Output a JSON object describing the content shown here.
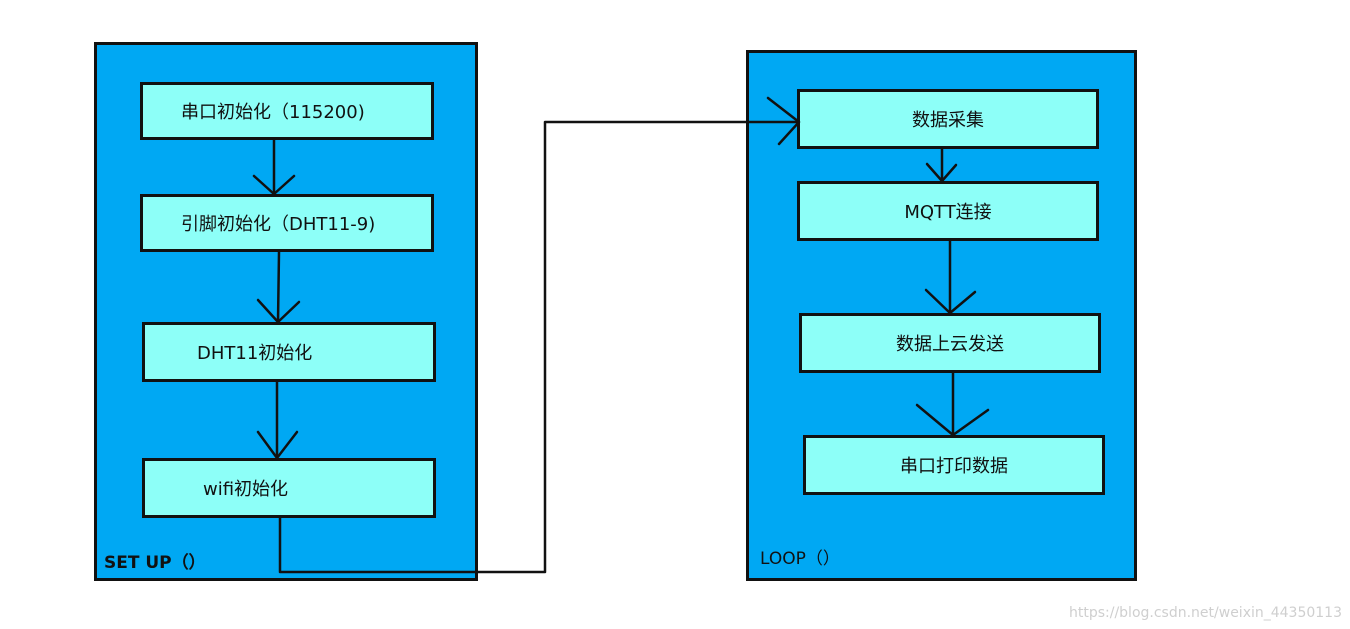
{
  "colors": {
    "panel_fill": "#00A8F3",
    "step_fill": "#8DFFF8",
    "line": "#111111",
    "watermark": "#cfcfcf"
  },
  "setup": {
    "label": "SET UP（）",
    "steps": [
      "串口初始化（115200)",
      "引脚初始化（DHT11-9)",
      "DHT11初始化",
      "wifi初始化"
    ]
  },
  "loop": {
    "label": "LOOP（）",
    "steps": [
      "数据采集",
      "MQTT连接",
      "数据上云发送",
      "串口打印数据"
    ]
  },
  "watermark": "https://blog.csdn.net/weixin_44350113"
}
